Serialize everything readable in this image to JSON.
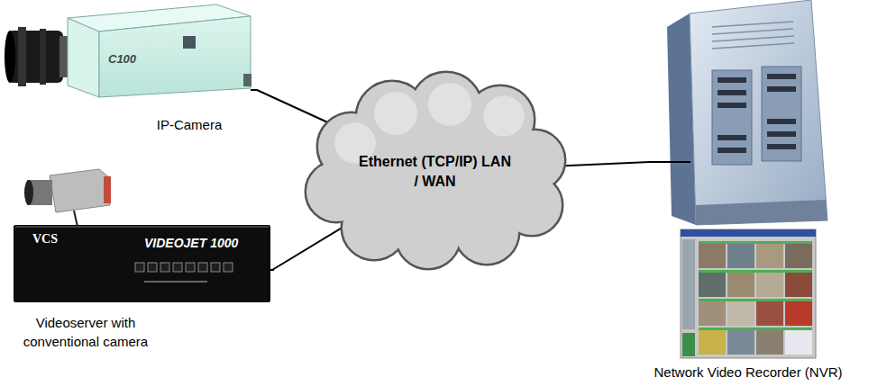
{
  "diagram": {
    "nodes": [
      {
        "text": [
          "IP-Camera"
        ]
      },
      {
        "text": [
          "Videoserver with conventional camera"
        ]
      },
      {
        "text": [
          "Ethernet (TCP/IP) LAN / WAN"
        ]
      },
      {
        "text": [
          "Network Video Recorder (NVR)"
        ]
      }
    ],
    "edges": [
      {
        "from": 0,
        "to": 2,
        "arrow": "none"
      },
      {
        "from": 1,
        "to": 2,
        "arrow": "none"
      },
      {
        "from": 2,
        "to": 3,
        "arrow": "none"
      }
    ],
    "labels": [
      "C100",
      "VCS",
      "VIDEOJET 1000"
    ]
  }
}
